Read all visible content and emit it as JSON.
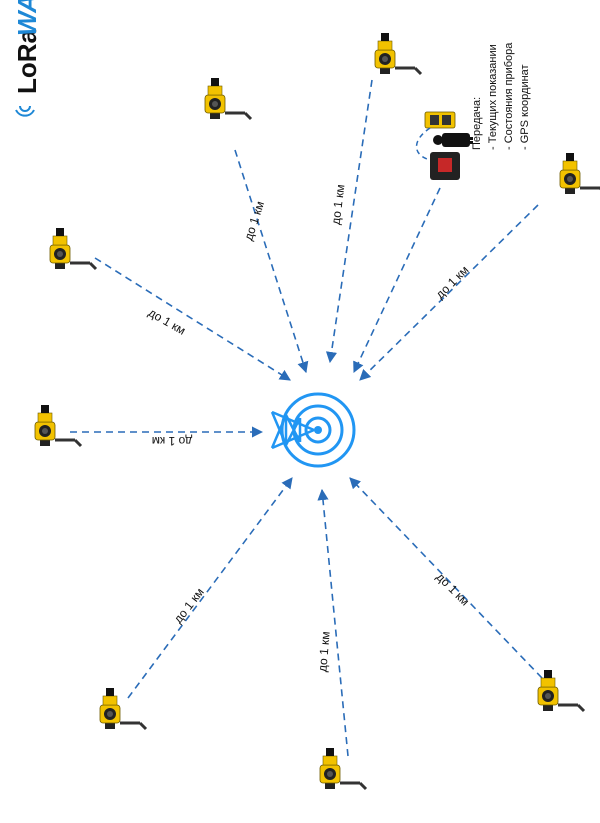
{
  "logo": {
    "text_dark": "LoRa",
    "text_accent": "WAN",
    "accent_color": "#1e88d6"
  },
  "legend": {
    "heading": "Передача:",
    "items": [
      "- Текущих показании",
      "- Состояния прибора",
      "- GPS координат"
    ]
  },
  "link_label": "до 1 км",
  "colors": {
    "link": "#2a6cb8",
    "tower": "#2196f3",
    "detector": "#f2c200"
  }
}
